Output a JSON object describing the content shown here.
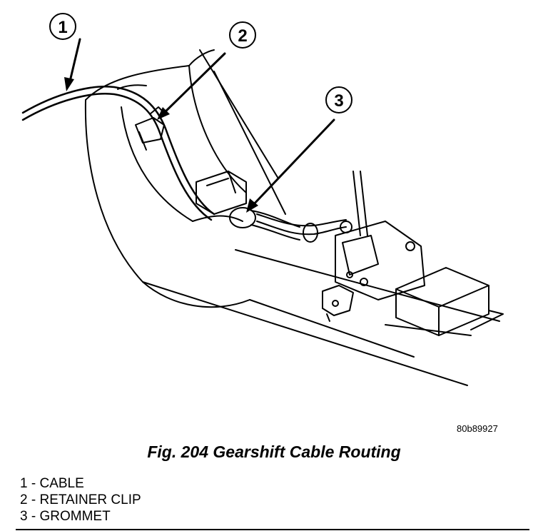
{
  "callouts": [
    {
      "number": "1"
    },
    {
      "number": "2"
    },
    {
      "number": "3"
    }
  ],
  "image_id": "80b89927",
  "figure_title": "Fig. 204 Gearshift Cable Routing",
  "legend": [
    {
      "num": "1",
      "sep": "-",
      "label": "CABLE"
    },
    {
      "num": "2",
      "sep": "-",
      "label": "RETAINER CLIP"
    },
    {
      "num": "3",
      "sep": "-",
      "label": "GROMMET"
    }
  ]
}
